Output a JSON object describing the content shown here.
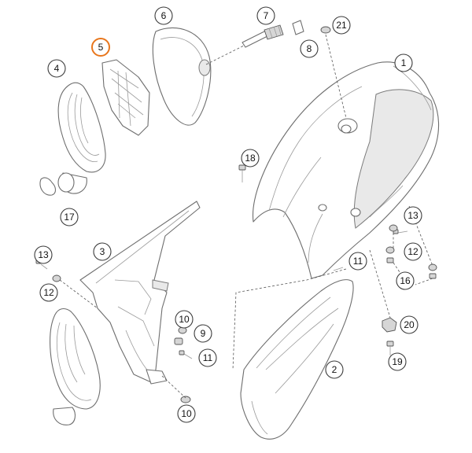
{
  "diagram": {
    "callouts": [
      {
        "id": "c1",
        "label": "1"
      },
      {
        "id": "c2",
        "label": "2"
      },
      {
        "id": "c3",
        "label": "3"
      },
      {
        "id": "c4",
        "label": "4"
      },
      {
        "id": "c5",
        "label": "5",
        "highlighted": true
      },
      {
        "id": "c6",
        "label": "6"
      },
      {
        "id": "c7",
        "label": "7"
      },
      {
        "id": "c8",
        "label": "8"
      },
      {
        "id": "c9",
        "label": "9"
      },
      {
        "id": "c10a",
        "label": "10"
      },
      {
        "id": "c10b",
        "label": "10"
      },
      {
        "id": "c11a",
        "label": "11"
      },
      {
        "id": "c11b",
        "label": "11"
      },
      {
        "id": "c12a",
        "label": "12"
      },
      {
        "id": "c12b",
        "label": "12"
      },
      {
        "id": "c13a",
        "label": "13"
      },
      {
        "id": "c13b",
        "label": "13"
      },
      {
        "id": "c16",
        "label": "16"
      },
      {
        "id": "c17",
        "label": "17"
      },
      {
        "id": "c18",
        "label": "18"
      },
      {
        "id": "c19",
        "label": "19"
      },
      {
        "id": "c20",
        "label": "20"
      },
      {
        "id": "c21",
        "label": "21"
      }
    ],
    "colors": {
      "highlight": "#e8761c",
      "line": "#6e6e6e",
      "fill": "#ffffff"
    }
  }
}
